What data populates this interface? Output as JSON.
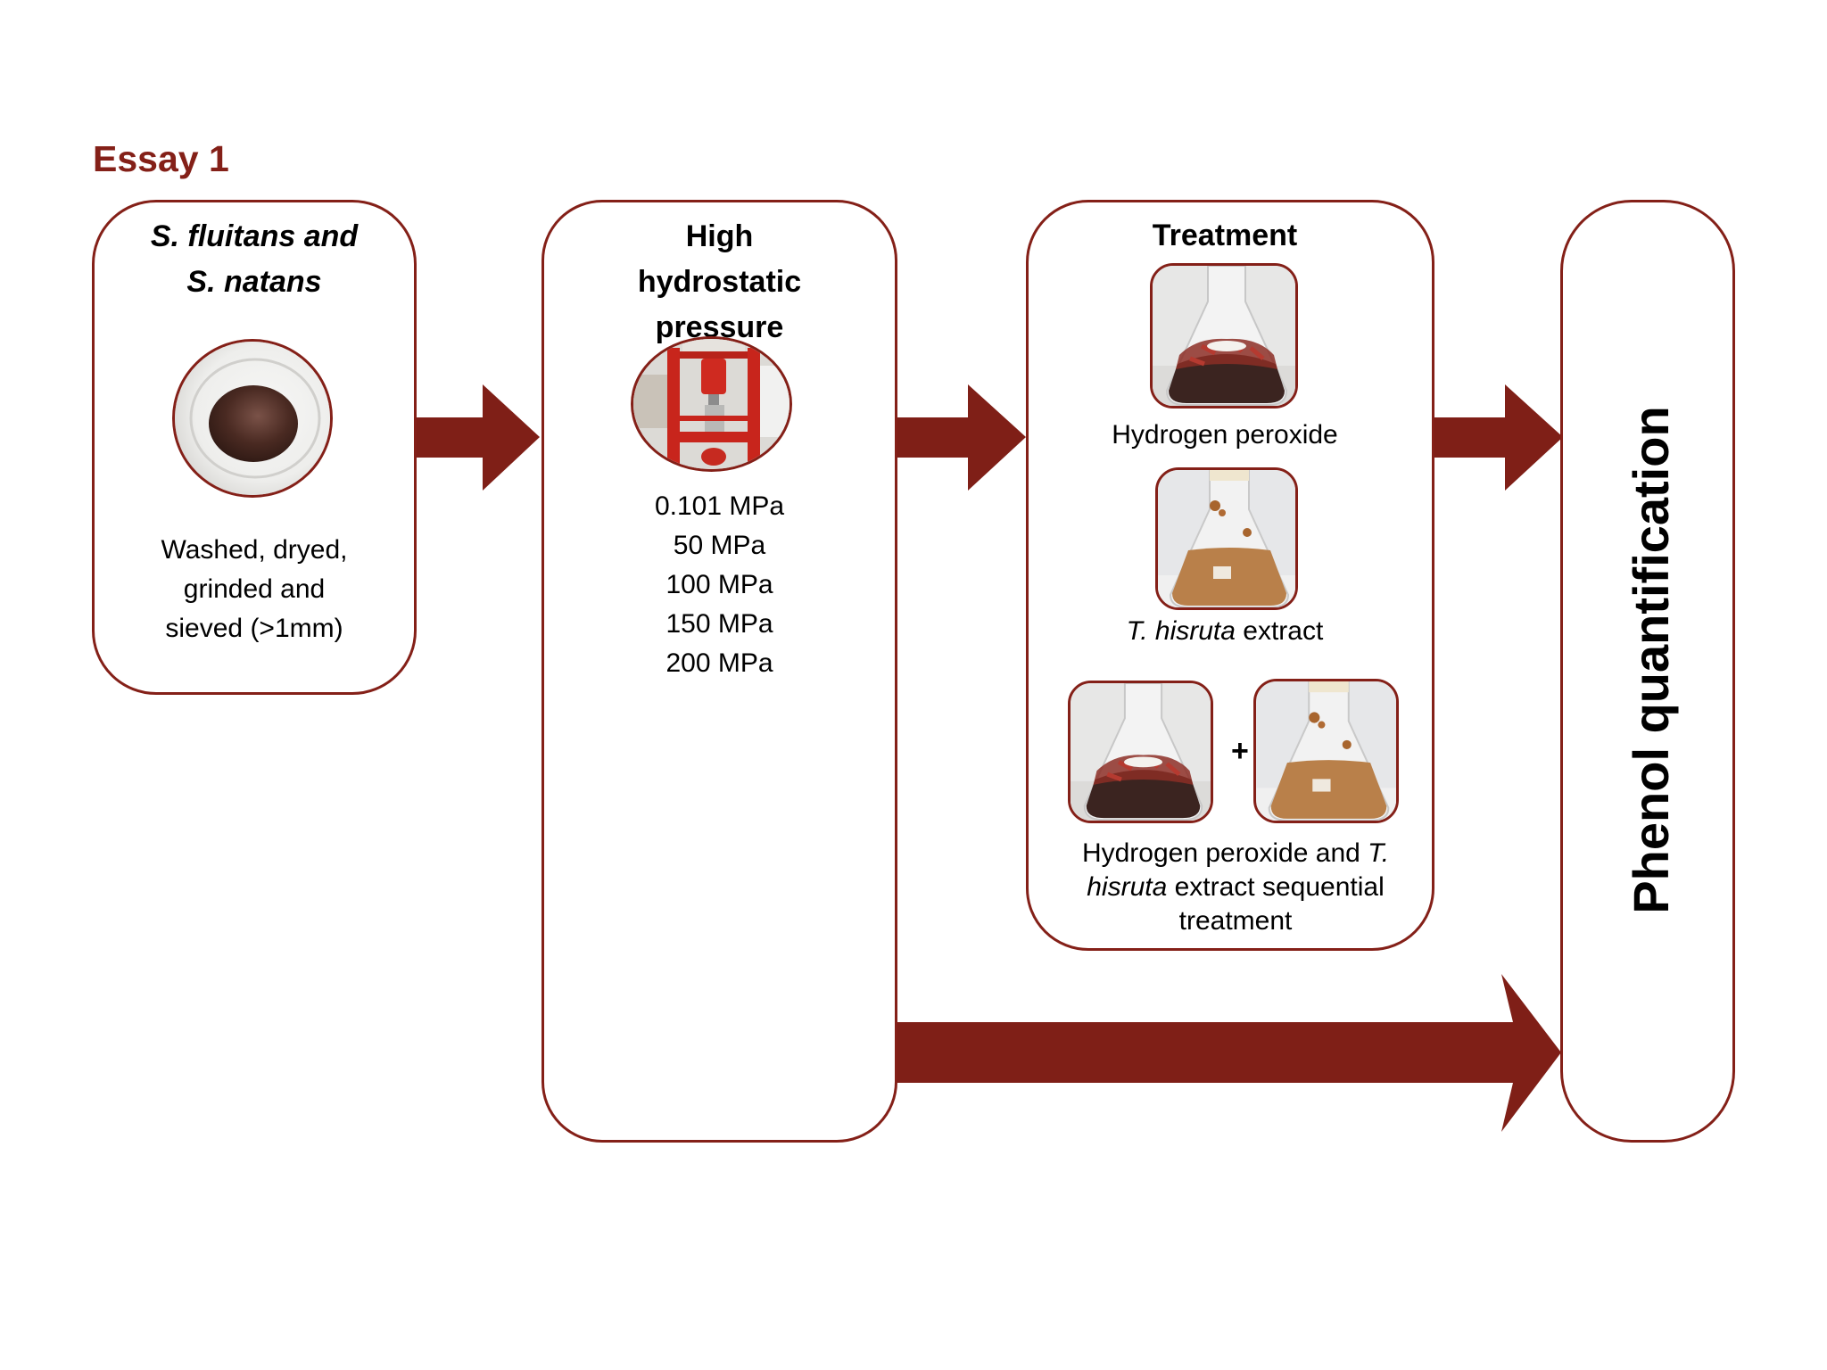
{
  "diagram": {
    "title": "Essay 1",
    "accent_color": "#842018",
    "arrow_color": "#7f1f17",
    "steps": [
      {
        "id": "raw-material",
        "title_lines": [
          "S. fluitans and",
          "S. natans"
        ],
        "photo": "mortar-bowl-with-ground-seaweed-powder",
        "description_lines": [
          "Washed, dryed,",
          "grinded and",
          "sieved (>1mm)"
        ]
      },
      {
        "id": "hhp",
        "title_lines": [
          "High",
          "hydrostatic",
          "pressure"
        ],
        "photo": "red-hydraulic-press",
        "pressures": [
          "0.101 MPa",
          "50 MPa",
          "100 MPa",
          "150 MPa",
          "200 MPa"
        ]
      },
      {
        "id": "treatment",
        "title": "Treatment",
        "options": [
          {
            "photo": "flask-hydrogen-peroxide",
            "label": "Hydrogen peroxide"
          },
          {
            "photo": "flask-fungal-extract",
            "label_italic": "T. hisruta",
            "label_rest": " extract"
          },
          {
            "photos": [
              "flask-hydrogen-peroxide",
              "flask-fungal-extract"
            ],
            "plus": "+",
            "label_line1_plain": "Hydrogen peroxide and ",
            "label_line1_italic": "T.",
            "label_line2_italic": "hisruta",
            "label_line2_plain": " extract sequential",
            "label_line3": "treatment"
          }
        ]
      },
      {
        "id": "quantification",
        "title": "Phenol quantification"
      }
    ],
    "arrows": [
      {
        "from": "raw-material",
        "to": "hhp"
      },
      {
        "from": "hhp",
        "to": "treatment"
      },
      {
        "from": "treatment",
        "to": "quantification"
      },
      {
        "from": "hhp",
        "to": "quantification"
      }
    ]
  }
}
